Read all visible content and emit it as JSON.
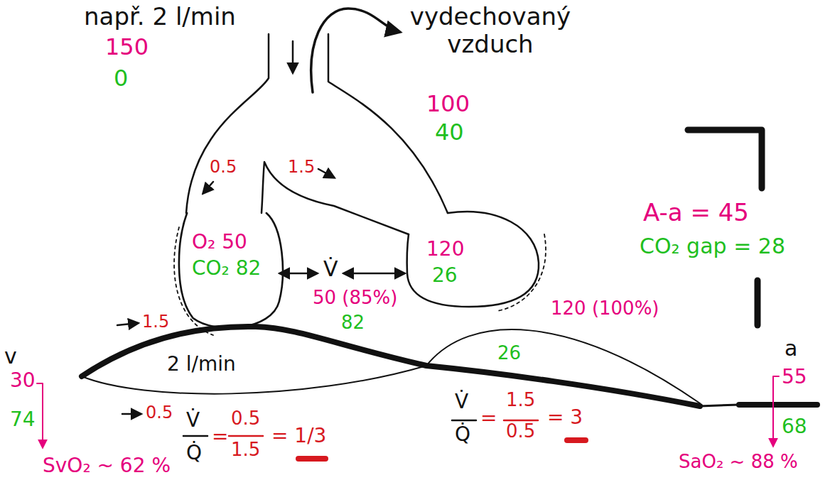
{
  "diagram": {
    "nodes": [
      {
        "text": [
          "O₂ 50",
          "CO₂ 82"
        ]
      },
      {
        "text": [
          "120",
          "26"
        ]
      }
    ],
    "labels": [
      "např. 2 l/min",
      "150",
      "0",
      "vydechovaný vzduch",
      "100",
      "40",
      "0.5",
      "1.5",
      "V̇",
      "A-a = 45",
      "CO₂ gap = 28",
      "v",
      "30",
      "74",
      "SvO₂ ~ 62 %",
      "1.5",
      "2 l/min",
      "0.5",
      "V̇",
      "Q̇",
      "=",
      "0.5",
      "1.5",
      "= 1/3",
      "50 (85%)",
      "82",
      "V̇",
      "Q̇",
      "=",
      "1.5",
      "0.5",
      "= 3",
      "120 (100%)",
      "26",
      "a",
      "55",
      "68",
      "SaO₂ ~ 88 %"
    ]
  }
}
